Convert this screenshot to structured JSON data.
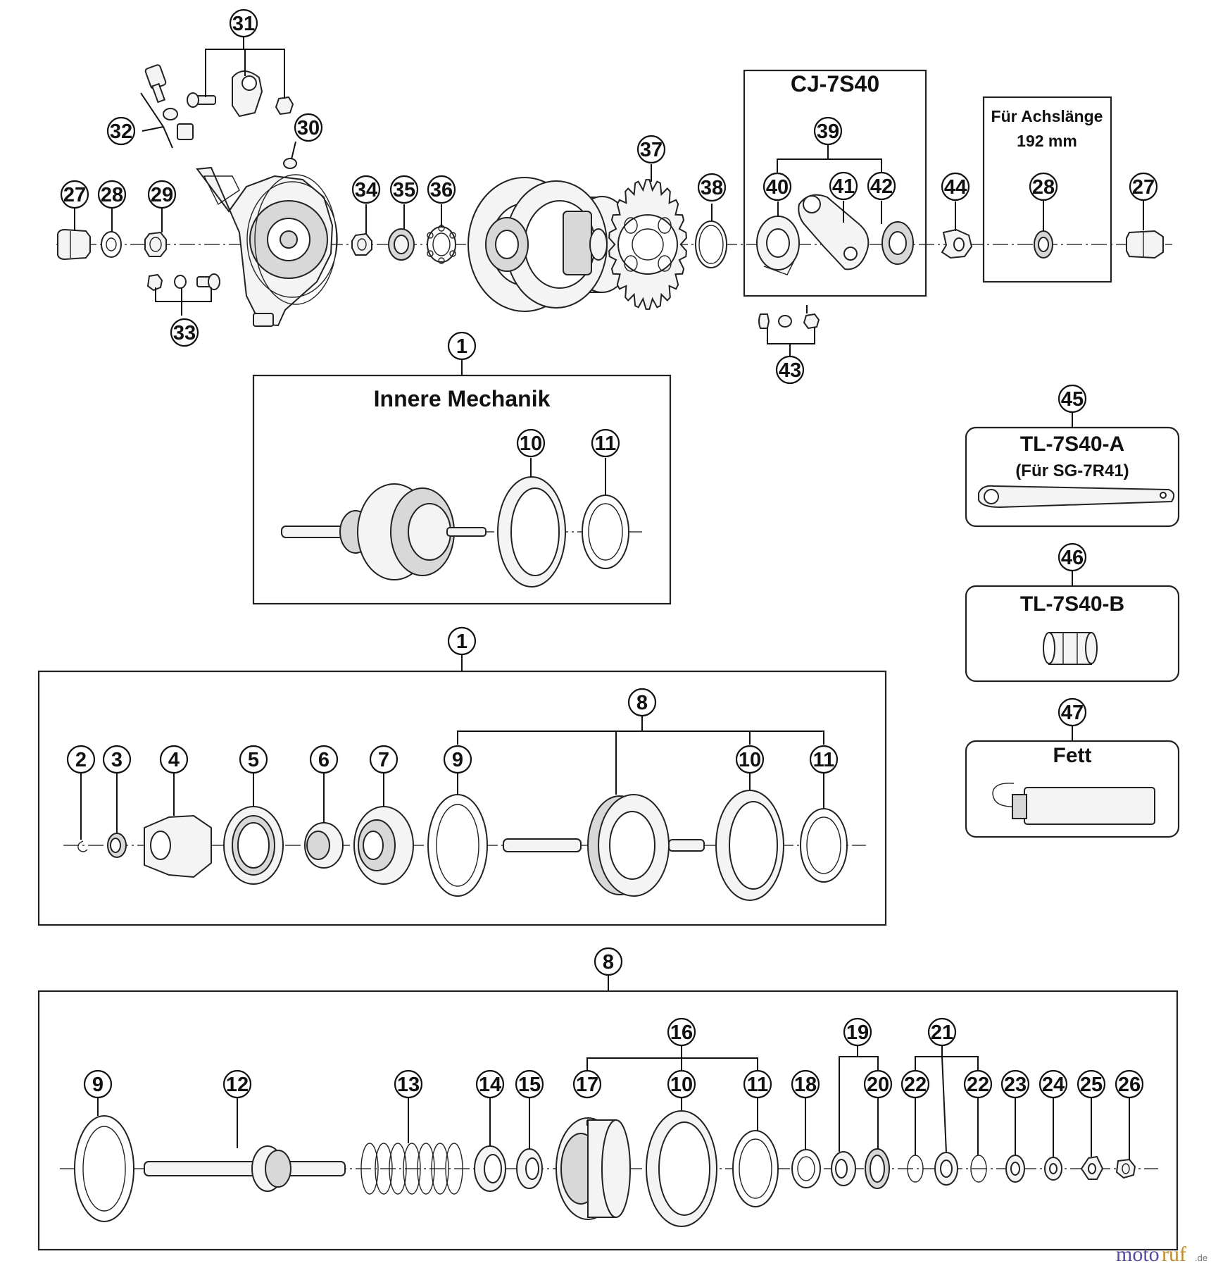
{
  "boxes": {
    "inner_mechanism_title": "Innere Mechanik",
    "cj_title": "CJ-7S40",
    "axle_title_line1": "Für Achslänge",
    "axle_title_line2": "192 mm",
    "tool_a_title": "TL-7S40-A",
    "tool_a_subtitle": "(Für SG-7R41)",
    "tool_b_title": "TL-7S40-B",
    "grease_title": "Fett"
  },
  "callouts": {
    "c1": "1",
    "c2": "2",
    "c3": "3",
    "c4": "4",
    "c5": "5",
    "c6": "6",
    "c7": "7",
    "c8": "8",
    "c9": "9",
    "c10": "10",
    "c11": "11",
    "c12": "12",
    "c13": "13",
    "c14": "14",
    "c15": "15",
    "c16": "16",
    "c17": "17",
    "c18": "18",
    "c19": "19",
    "c20": "20",
    "c21": "21",
    "c22": "22",
    "c23": "23",
    "c24": "24",
    "c25": "25",
    "c26": "26",
    "c27": "27",
    "c28": "28",
    "c29": "29",
    "c30": "30",
    "c31": "31",
    "c32": "32",
    "c33": "33",
    "c34": "34",
    "c35": "35",
    "c36": "36",
    "c37": "37",
    "c38": "38",
    "c39": "39",
    "c40": "40",
    "c41": "41",
    "c42": "42",
    "c43": "43",
    "c44": "44",
    "c45": "45",
    "c46": "46",
    "c47": "47"
  },
  "watermark": {
    "part1": "moto",
    "part2": "ruf",
    "suffix": ".de"
  }
}
